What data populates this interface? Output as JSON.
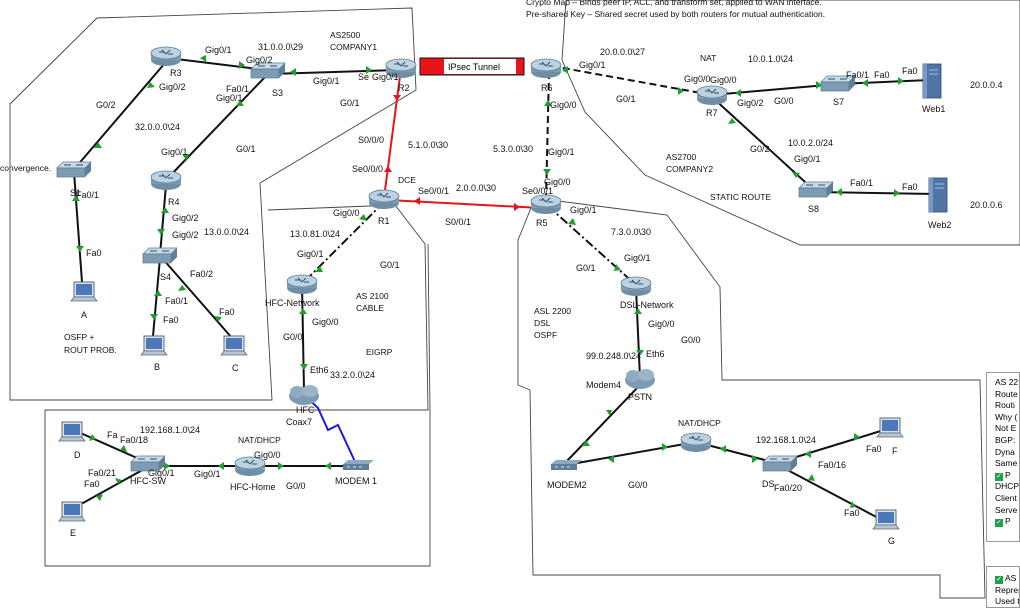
{
  "top_note": {
    "line1": "Crypto Map – Binds peer IP, ACL, and transform set, applied to WAN interface.",
    "line2": "Pre-shared Key – Shared secret used by both routers for mutual authentication."
  },
  "left_note": "convergence.",
  "tunnel_label": "IPsec Tunnel",
  "devices": {
    "r1": "R1",
    "r2": "R2",
    "r3": "R3",
    "r4": "R4",
    "r5": "R5",
    "r6": "R6",
    "r7": "R7",
    "s1": "S1",
    "s3": "S3",
    "s4": "S4",
    "s7": "S7",
    "s8": "S8",
    "web1": "Web1",
    "web2": "Web2",
    "pc_a": "A",
    "pc_b": "B",
    "pc_c": "C",
    "pc_d": "D",
    "pc_e": "E",
    "pc_f": "F",
    "pc_g": "G",
    "hfc_network": "HFC-Network",
    "dsl_network": "DSL-Network",
    "hfc_home": "HFC-Home",
    "hfc_sw": "HFC-SW",
    "ds": "DS",
    "modem1": "MODEM 1",
    "modem2": "MODEM2",
    "modem4": "Modem4",
    "pstn": "PSTN",
    "coax": "Coax7",
    "hfc_cloud": "HFC"
  },
  "area_labels": {
    "as2500": "AS2500",
    "company1": "COMPANY1",
    "as2700": "AS2700",
    "company2": "COMPANY2",
    "static_route": "STATIC ROUTE",
    "nat_top": "NAT",
    "ospf_rout": "OSFP +",
    "ospf_rout2": "ROUT PROB.",
    "as2100": "AS 2100",
    "cable": "CABLE",
    "eigrp": "EIGRP",
    "asl2200": "ASL 2200",
    "dsl": "DSL",
    "ospf": "OSPF",
    "nat_dhcp_left": "NAT/DHCP",
    "nat_dhcp_right": "NAT/DHCP",
    "dce": "DCE"
  },
  "networks": {
    "n31": "31.0.0.0\\29",
    "n32": "32.0.0.0\\24",
    "n13": "13.0.0.0\\24",
    "n51": "5.1.0.0\\30",
    "n2": "2.0.0.0\\30",
    "n53": "5.3.0.0\\30",
    "n20_27": "20.0.0.0\\27",
    "n10_1": "10.0.1.0\\24",
    "n10_2": "10.0.2.0/24",
    "n20_4": "20.0.0.4",
    "n20_6": "20.0.0.6",
    "n13_81": "13.0.81.0\\24",
    "n73": "7.3.0.0\\30",
    "n192_left": "192.168.1.0\\24",
    "n33": "33.2.0.0\\24",
    "n99": "99.0.248.0\\24",
    "n192_right": "192.168.1.0\\24"
  },
  "interfaces": [
    "Gig0/1",
    "Gig0/2",
    "G0/2",
    "Gig0/2",
    "Fa0/1",
    "Fa0",
    "Gig0/1",
    "Fa0/1",
    "G0/1",
    "Gig0/1",
    "Gig0/2",
    "Gig0/2",
    "Fa0/2",
    "Fa0/1",
    "Fa0",
    "Fa0",
    "Gig0/1",
    "Se",
    "Gig0/1",
    "G0/1",
    "S0/0/0",
    "Se0/0/0",
    "Se0/0/1",
    "S0/0/1",
    "Gig0/0",
    "G0/1",
    "Gig0/1",
    "G0/0",
    "Gig0/0",
    "Eth6",
    "Gig0/1",
    "Gig0/0",
    "G0/1",
    "Gig0/0",
    "Gig0/0",
    "Gig0/2",
    "G0/0",
    "G0/2",
    "Gig0/1",
    "Fa0/1",
    "Fa0",
    "Fa0/1",
    "Fa0",
    "Fa0",
    "Se0/0/1",
    "Gig0/1",
    "G0/1",
    "Gig0/1",
    "Gig0/0",
    "G0/0",
    "Eth6",
    "Gig0/0",
    "Gig0/1",
    "G0/0",
    "Fa0",
    "Fa0/16",
    "Fa0/20",
    "Fa0",
    "Fa",
    "Fa0/18",
    "Fa0/21",
    "Fa0",
    "Gig0/1",
    "Gig0/1",
    "Gig0/0",
    "G0/0"
  ],
  "side_panel": {
    "lines": [
      "AS 22",
      "Route",
      "Routi",
      "Why (",
      "Not E",
      "BGP:",
      "Dyna",
      "Same",
      "P",
      "DHCP",
      "Client",
      "Serve",
      "P"
    ]
  },
  "side_panel2": {
    "lines": [
      "AS",
      "Repres",
      "Used t"
    ]
  },
  "colors": {
    "serial_red": "#e8141b",
    "link_green": "#1fa02a",
    "eigrp_blue": "#1a1ae6",
    "tunnel_red": "#e8141b",
    "border_gray": "#444444"
  }
}
